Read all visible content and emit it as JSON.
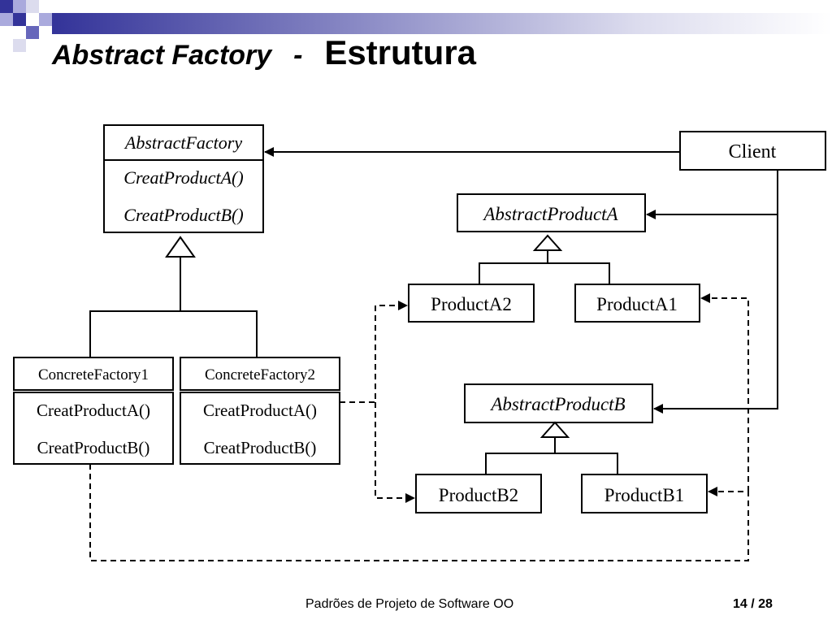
{
  "slide": {
    "title_part1": "Abstract Factory",
    "title_separator": "-",
    "title_part2": "Estrutura"
  },
  "diagram": {
    "abstract_factory": {
      "name": "AbstractFactory",
      "methods": [
        "CreatProductA()",
        "CreatProductB()"
      ]
    },
    "client": {
      "name": "Client"
    },
    "abstract_product_a": {
      "name": "AbstractProductA"
    },
    "abstract_product_b": {
      "name": "AbstractProductB"
    },
    "product_a2": {
      "name": "ProductA2"
    },
    "product_a1": {
      "name": "ProductA1"
    },
    "product_b2": {
      "name": "ProductB2"
    },
    "product_b1": {
      "name": "ProductB1"
    },
    "concrete_factory_1": {
      "name": "ConcreteFactory1",
      "methods": [
        "CreatProductA()",
        "CreatProductB()"
      ]
    },
    "concrete_factory_2": {
      "name": "ConcreteFactory2",
      "methods": [
        "CreatProductA()",
        "CreatProductB()"
      ]
    }
  },
  "footer": {
    "course": "Padrões de Projeto de Software OO",
    "page_number": "14",
    "page_separator": "/",
    "page_total": "28"
  },
  "colors": {
    "accent_dark": "#333399",
    "accent_mid": "#6666bb",
    "accent_light": "#aaaadd",
    "accent_pale": "#dcdcee",
    "line": "#000000"
  }
}
